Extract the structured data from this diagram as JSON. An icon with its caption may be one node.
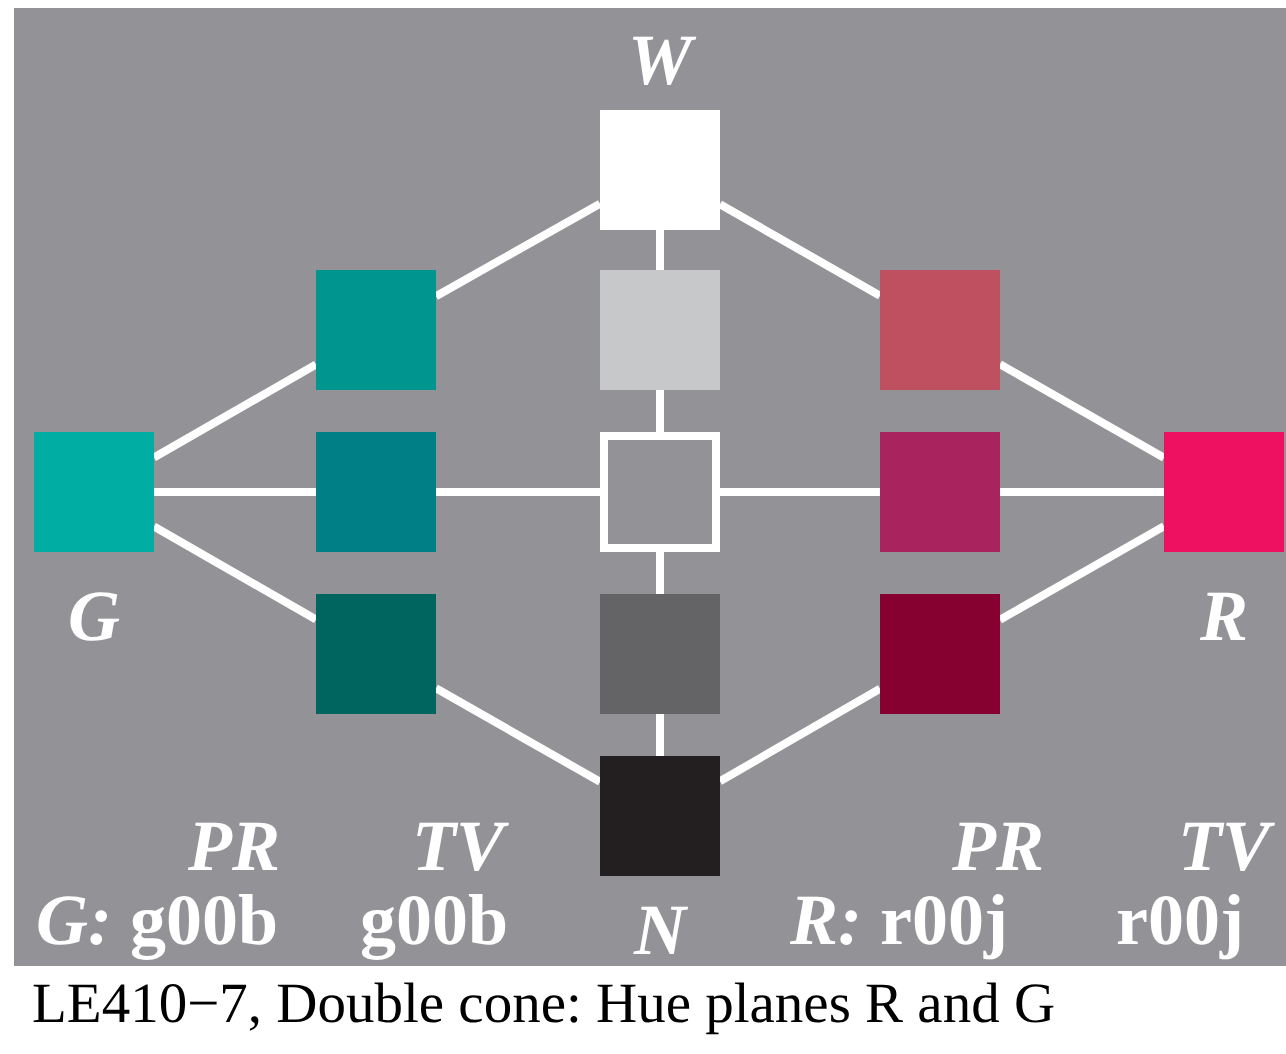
{
  "diagram": {
    "caption": "LE410−7, Double cone: Hue planes R and G",
    "nodes": [
      {
        "text": [],
        "shape": "box",
        "beside": [
          "W"
        ]
      },
      {
        "text": [],
        "shape": "box"
      },
      {
        "text": [],
        "shape": "box"
      },
      {
        "text": [],
        "shape": "box"
      },
      {
        "text": [],
        "shape": "box",
        "beside": [
          "G"
        ]
      },
      {
        "text": [],
        "shape": "box"
      },
      {
        "text": [],
        "shape": "box"
      },
      {
        "text": [],
        "shape": "box"
      },
      {
        "text": [],
        "shape": "box",
        "beside": [
          "R"
        ]
      },
      {
        "text": [],
        "shape": "box"
      },
      {
        "text": [],
        "shape": "box"
      },
      {
        "text": [],
        "shape": "box"
      },
      {
        "text": [],
        "shape": "box",
        "beside": [
          "N"
        ]
      }
    ],
    "edges": [
      {
        "from": 0,
        "to": 1,
        "arrow": "none"
      },
      {
        "from": 0,
        "to": 2,
        "arrow": "none"
      },
      {
        "from": 0,
        "to": 3,
        "arrow": "none"
      },
      {
        "from": 4,
        "to": 1,
        "arrow": "none"
      },
      {
        "from": 4,
        "to": 5,
        "arrow": "none"
      },
      {
        "from": 4,
        "to": 9,
        "arrow": "none"
      },
      {
        "from": 2,
        "to": 6,
        "arrow": "none"
      },
      {
        "from": 5,
        "to": 6,
        "arrow": "none"
      },
      {
        "from": 6,
        "to": 7,
        "arrow": "none"
      },
      {
        "from": 6,
        "to": 10,
        "arrow": "none"
      },
      {
        "from": 3,
        "to": 8,
        "arrow": "none"
      },
      {
        "from": 7,
        "to": 8,
        "arrow": "none"
      },
      {
        "from": 11,
        "to": 8,
        "arrow": "none"
      },
      {
        "from": 9,
        "to": 12,
        "arrow": "none"
      },
      {
        "from": 10,
        "to": 12,
        "arrow": "none"
      },
      {
        "from": 11,
        "to": 12,
        "arrow": "none"
      }
    ],
    "labels": [
      "PR",
      "TV",
      "PR",
      "TV",
      "*G:* g00b",
      "g00b",
      "*R:* r00j",
      "r00j"
    ]
  }
}
